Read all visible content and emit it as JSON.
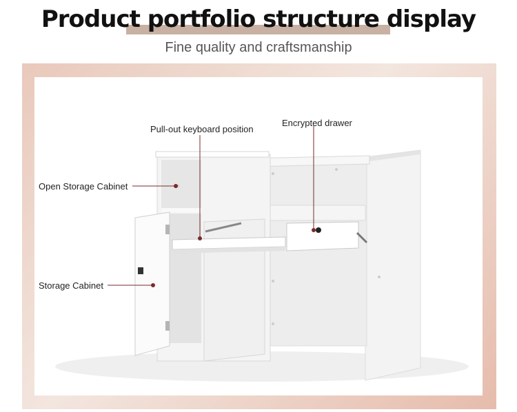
{
  "header": {
    "title": "Product portfolio structure display",
    "subtitle": "Fine quality and craftsmanship"
  },
  "callouts": {
    "keyboard": "Pull-out keyboard position",
    "drawer": "Encrypted drawer",
    "open_cabinet": "Open Storage Cabinet",
    "storage_cabinet": "Storage Cabinet"
  },
  "colors": {
    "title_accent": "#c8b0a3",
    "frame": "#e9c9bb",
    "callout_line": "#7a2a2a"
  }
}
